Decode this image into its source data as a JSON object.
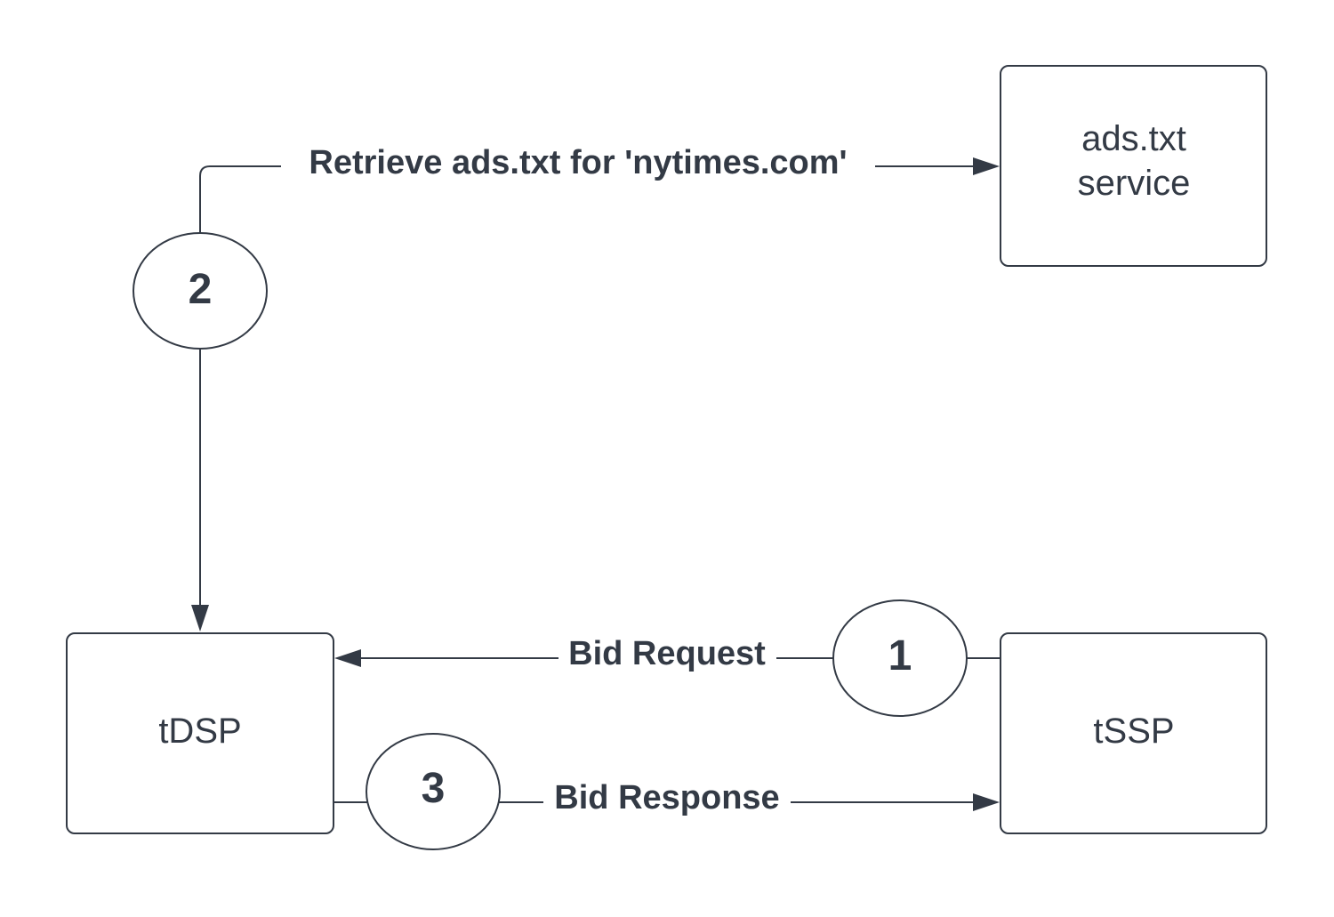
{
  "nodes": {
    "ads_txt_service": {
      "line1": "ads.txt",
      "line2": "service"
    },
    "tdsp": {
      "label": "tDSP"
    },
    "tssp": {
      "label": "tSSP"
    }
  },
  "steps": {
    "step1": {
      "number": "1",
      "label": "Bid Request"
    },
    "step2": {
      "number": "2",
      "label": "Retrieve ads.txt for 'nytimes.com'"
    },
    "step3": {
      "number": "3",
      "label": "Bid Response"
    }
  },
  "colors": {
    "stroke": "#333a45",
    "text": "#333a45",
    "background": "#ffffff"
  }
}
